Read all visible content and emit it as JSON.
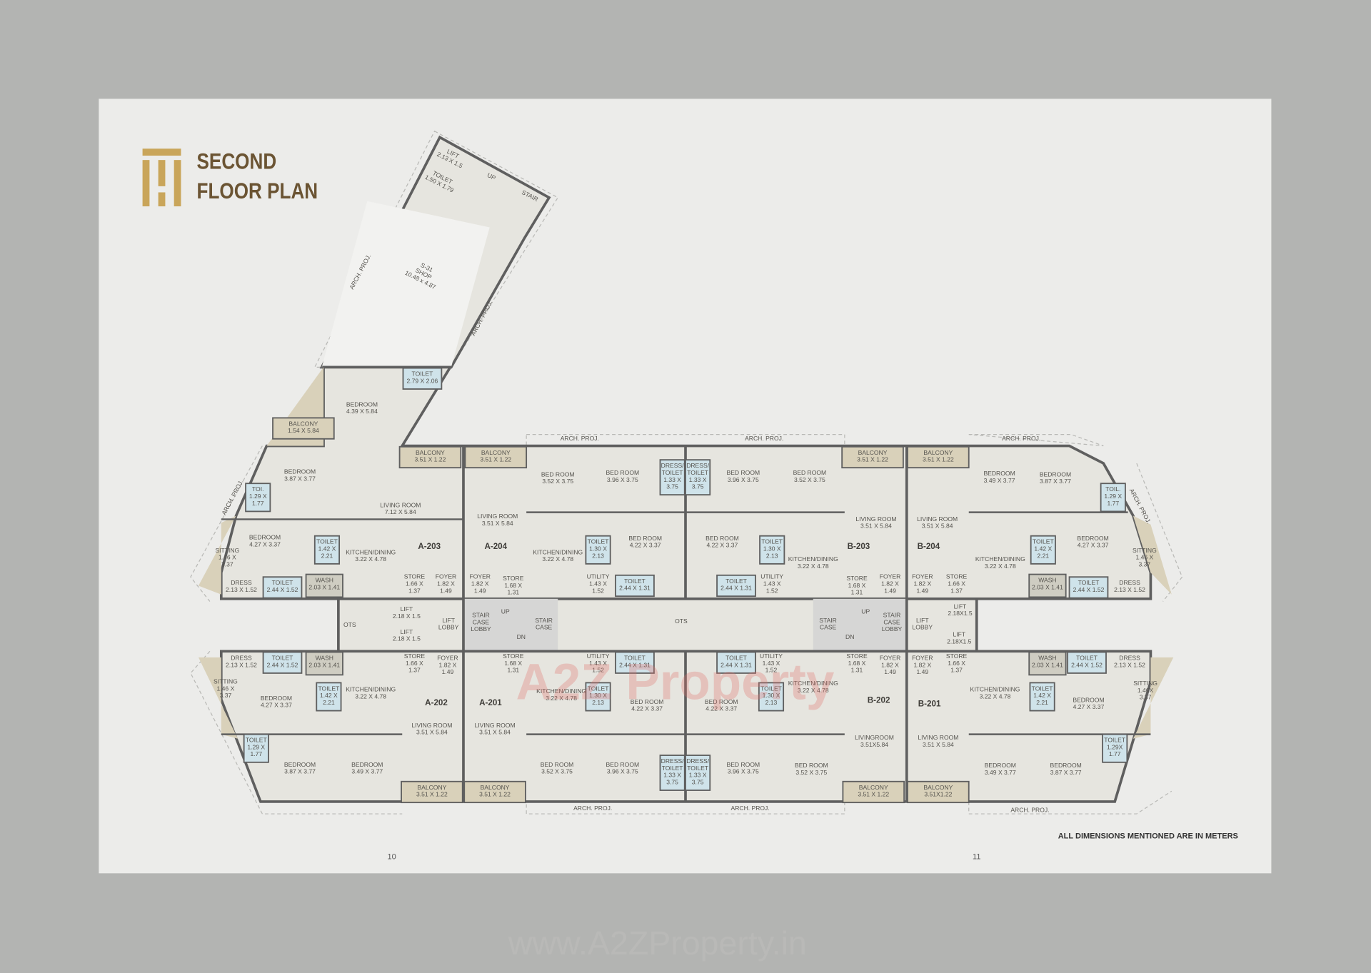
{
  "header": {
    "title_line1": "SECOND",
    "title_line2": "FLOOR PLAN",
    "logo": "gold-T-monogram"
  },
  "footer": {
    "note": "ALL DIMENSIONS MENTIONED ARE IN METERS",
    "page_left": "10",
    "page_right": "11",
    "watermark_url": "www.A2ZProperty.in",
    "watermark_brand": "A2Z Property"
  },
  "colors": {
    "title": "#6b5433",
    "logo": "#c9a55a",
    "wall": "#5f5f5f",
    "floor": "#e6e5df",
    "toilet": "#cfe3ea",
    "balcony": "#d9d1ba",
    "page": "#ececea",
    "background": "#b3b4b2"
  },
  "plan": {
    "labels": [
      [
        "LIFT",
        "2.13 X 1.5"
      ],
      [
        "TOILET",
        "1.50 X 1.79"
      ],
      [
        "UP"
      ],
      [
        "STAIR"
      ],
      [
        "S-31",
        "SHOP",
        "10.48 x 4.87"
      ],
      [
        "ARCH. PROJ."
      ],
      [
        "ARCH. PROJ."
      ],
      [
        "TOILET",
        "2.79 X 2.06"
      ],
      [
        "BEDROOM",
        "4.39 X 5.84"
      ],
      [
        "BALCONY",
        "1.54 X 5.84"
      ],
      [
        "ARCH. PROJ."
      ],
      [
        "BALCONY",
        "3.51 X 1.22"
      ],
      [
        "BALCONY",
        "3.51 X 1.22"
      ],
      [
        "BEDROOM",
        "3.87 X 3.77"
      ],
      [
        "TOI.",
        "1.29 X",
        "1.77"
      ],
      [
        "LIVING ROOM",
        "7.12 X 5.84"
      ],
      [
        "BED ROOM",
        "3.52 X 3.75"
      ],
      [
        "BED ROOM",
        "3.96 X 3.75"
      ],
      [
        "DRESS/",
        "TOILET",
        "1.33 X",
        "3.75"
      ],
      [
        "DRESS/",
        "TOILET",
        "1.33 X",
        "3.75"
      ],
      [
        "BED ROOM",
        "3.96 X 3.75"
      ],
      [
        "BED ROOM",
        "3.52 X 3.75"
      ],
      [
        "BALCONY",
        "3.51 X 1.22"
      ],
      [
        "BALCONY",
        "3.51 X 1.22"
      ],
      [
        "BEDROOM",
        "3.49 X 3.77"
      ],
      [
        "BEDROOM",
        "3.87 X 3.77"
      ],
      [
        "TOIL.",
        "1.29 X",
        "1.77"
      ],
      [
        "ARCH. PROJ."
      ],
      [
        "LIVING ROOM",
        "3.51 X 5.84"
      ],
      [
        "LIVING ROOM",
        "3.51 X 5.84"
      ],
      [
        "LIVING ROOM",
        "3.51 X 5.84"
      ],
      [
        "BEDROOM",
        "4.27 X 3.37"
      ],
      [
        "SITTING",
        "1.46 X",
        "3.37"
      ],
      [
        "TOILET",
        "1.42 X",
        "2.21"
      ],
      [
        "KITCHEN/DINING",
        "3.22 X 4.78"
      ],
      [
        "A-203"
      ],
      [
        "A-204"
      ],
      [
        "KITCHEN/DINING",
        "3.22 X 4.78"
      ],
      [
        "TOILET",
        "1.30 X",
        "2.13"
      ],
      [
        "BED ROOM",
        "4.22 X 3.37"
      ],
      [
        "BED ROOM",
        "4.22 X 3.37"
      ],
      [
        "TOILET",
        "1.30 X",
        "2.13"
      ],
      [
        "KITCHEN/DINING",
        "3.22 X 4.78"
      ],
      [
        "B-203"
      ],
      [
        "B-204"
      ],
      [
        "KITCHEN/DINING",
        "3.22 X 4.78"
      ],
      [
        "TOILET",
        "1.42 X",
        "2.21"
      ],
      [
        "BEDROOM",
        "4.27 X 3.37"
      ],
      [
        "SITTING",
        "1.46 X",
        "3.37"
      ],
      [
        "DRESS",
        "2.13 X 1.52"
      ],
      [
        "TOILET",
        "2.44 X 1.52"
      ],
      [
        "WASH",
        "2.03 X 1.41"
      ],
      [
        "STORE",
        "1.66 X",
        "1.37"
      ],
      [
        "FOYER",
        "1.82 X",
        "1.49"
      ],
      [
        "FOYER",
        "1.82 X",
        "1.49"
      ],
      [
        "STORE",
        "1.68 X",
        "1.31"
      ],
      [
        "UTILITY",
        "1.43 X",
        "1.52"
      ],
      [
        "TOILET",
        "2.44 X 1.31"
      ],
      [
        "TOILET",
        "2.44 X 1.31"
      ],
      [
        "UTILITY",
        "1.43 X",
        "1.52"
      ],
      [
        "STORE",
        "1.68 X",
        "1.31"
      ],
      [
        "FOYER",
        "1.82 X",
        "1.49"
      ],
      [
        "FOYER",
        "1.82 X",
        "1.49"
      ],
      [
        "STORE",
        "1.66 X",
        "1.37"
      ],
      [
        "WASH",
        "2.03 X 1.41"
      ],
      [
        "TOILET",
        "2.44 X 1.52"
      ],
      [
        "DRESS",
        "2.13 X 1.52"
      ],
      [
        "OTS"
      ],
      [
        "LIFT",
        "2.18 X 1.5"
      ],
      [
        "LIFT",
        "2.18 X 1.5"
      ],
      [
        "LIFT",
        "LOBBY"
      ],
      [
        "STAIR",
        "CASE",
        "LOBBY"
      ],
      [
        "UP"
      ],
      [
        "DN"
      ],
      [
        "STAIR",
        "CASE"
      ],
      [
        "OTS"
      ],
      [
        "STAIR",
        "CASE"
      ],
      [
        "UP"
      ],
      [
        "DN"
      ],
      [
        "STAIR",
        "CASE",
        "LOBBY"
      ],
      [
        "LIFT",
        "LOBBY"
      ],
      [
        "LIFT",
        "2.18X1.5"
      ],
      [
        "LIFT",
        "2.18X1.5"
      ],
      [
        "DRESS",
        "2.13 X 1.52"
      ],
      [
        "TOILET",
        "2.44 X 1.52"
      ],
      [
        "WASH",
        "2.03 X 1.41"
      ],
      [
        "STORE",
        "1.66 X",
        "1.37"
      ],
      [
        "FOYER",
        "1.82 X",
        "1.49"
      ],
      [
        "STORE",
        "1.68 X",
        "1.31"
      ],
      [
        "UTILITY",
        "1.43 X",
        "1.52"
      ],
      [
        "TOILET",
        "2.44 X 1.31"
      ],
      [
        "TOILET",
        "2.44 X 1.31"
      ],
      [
        "UTILITY",
        "1.43 X",
        "1.52"
      ],
      [
        "STORE",
        "1.68 X",
        "1.31"
      ],
      [
        "FOYER",
        "1.82 X",
        "1.49"
      ],
      [
        "FOYER",
        "1.82 X",
        "1.49"
      ],
      [
        "STORE",
        "1.66 X",
        "1.37"
      ],
      [
        "WASH",
        "2.03 X 1.41"
      ],
      [
        "TOILET",
        "2.44 X 1.52"
      ],
      [
        "DRESS",
        "2.13 X 1.52"
      ],
      [
        "SITTING",
        "1.46 X",
        "3.37"
      ],
      [
        "BEDROOM",
        "4.27 X 3.37"
      ],
      [
        "TOILET",
        "1.42 X",
        "2.21"
      ],
      [
        "KITCHEN/DINING",
        "3.22 X 4.78"
      ],
      [
        "A-202"
      ],
      [
        "A-201"
      ],
      [
        "KITCHEN/DINING",
        "3.22 X 4.78"
      ],
      [
        "TOILET",
        "1.30 X",
        "2.13"
      ],
      [
        "BED ROOM",
        "4.22 X 3.37"
      ],
      [
        "BED ROOM",
        "4.22 X 3.37"
      ],
      [
        "TOILET",
        "1.30 X",
        "2.13"
      ],
      [
        "KITCHEN/DINING",
        "3.22 X 4.78"
      ],
      [
        "B-202"
      ],
      [
        "B-201"
      ],
      [
        "KITCHEN/DINING",
        "3.22 X 4.78"
      ],
      [
        "TOILET",
        "1.42 X",
        "2.21"
      ],
      [
        "BEDROOM",
        "4.27 X 3.37"
      ],
      [
        "SITTING",
        "1.46X",
        "3.37"
      ],
      [
        "LIVING ROOM",
        "3.51 X 5.84"
      ],
      [
        "LIVING ROOM",
        "3.51 X 5.84"
      ],
      [
        "LIVINGROOM",
        "3.51X5.84"
      ],
      [
        "LIVING ROOM",
        "3.51 X 5.84"
      ],
      [
        "TOILET",
        "1.29 X",
        "1.77"
      ],
      [
        "TOILET",
        "1.29X",
        "1.77"
      ],
      [
        "BEDROOM",
        "3.87 X 3.77"
      ],
      [
        "BEDROOM",
        "3.49 X 3.77"
      ],
      [
        "BED ROOM",
        "3.52 X 3.75"
      ],
      [
        "BED ROOM",
        "3.96 X 3.75"
      ],
      [
        "DRESS/",
        "TOILET",
        "1.33 X",
        "3.75"
      ],
      [
        "DRESS/",
        "TOILET",
        "1.33 X",
        "3.75"
      ],
      [
        "BED ROOM",
        "3.96 X 3.75"
      ],
      [
        "BED ROOM",
        "3.52 X 3.75"
      ],
      [
        "BEDROOM",
        "3.49 X 3.77"
      ],
      [
        "BEDROOM",
        "3.87 X 3.77"
      ],
      [
        "BALCONY",
        "3.51 X 1.22"
      ],
      [
        "BALCONY",
        "3.51 X 1.22"
      ],
      [
        "BALCONY",
        "3.51 X 1.22"
      ],
      [
        "BALCONY",
        "3.51X1.22"
      ],
      [
        "ARCH. PROJ."
      ],
      [
        "ARCH. PROJ."
      ],
      [
        "ARCH. PROJ."
      ],
      [
        "ARCH. PROJ."
      ],
      [
        "ARCH. PROJ."
      ],
      [
        "ARCH. PROJ."
      ]
    ]
  }
}
